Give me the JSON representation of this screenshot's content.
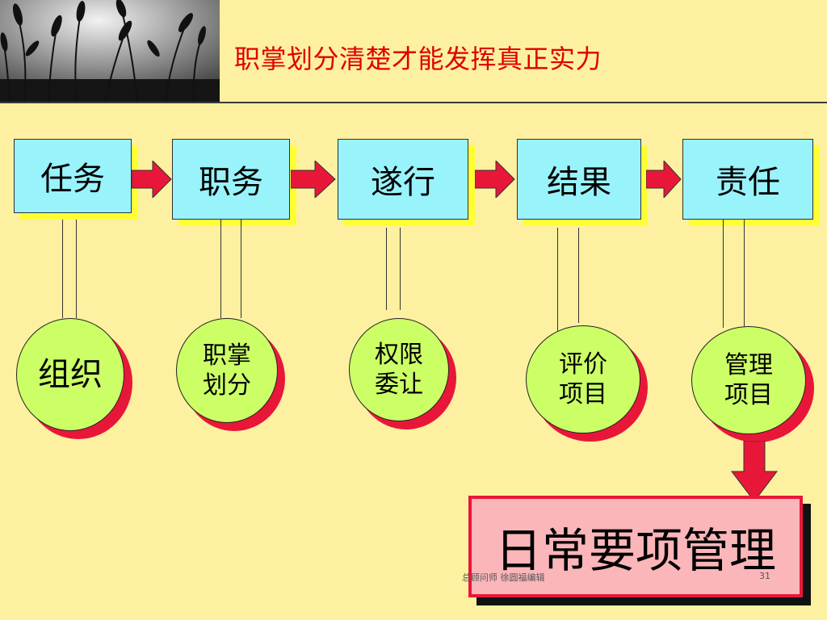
{
  "title": "职掌划分清楚才能发挥真正实力",
  "flow": [
    "任务",
    "职务",
    "遂行",
    "结果",
    "责任"
  ],
  "circles": [
    {
      "line1": "组织",
      "line2": ""
    },
    {
      "line1": "职掌",
      "line2": "划分"
    },
    {
      "line1": "权限",
      "line2": "委让"
    },
    {
      "line1": "评价",
      "line2": "项目"
    },
    {
      "line1": "管理",
      "line2": "项目"
    }
  ],
  "result": "日常要项管理",
  "footer": "总顾问师  徐圆福编辑",
  "page_number": "31",
  "colors": {
    "title": "#e00000",
    "box": "#99f3fb",
    "box_shadow": "#ffff33",
    "circle": "#ccff66",
    "circle_shadow": "#e8173a",
    "arrow": "#e8173a",
    "result_box": "#fbb6ba",
    "background": "#fdf0a0"
  }
}
